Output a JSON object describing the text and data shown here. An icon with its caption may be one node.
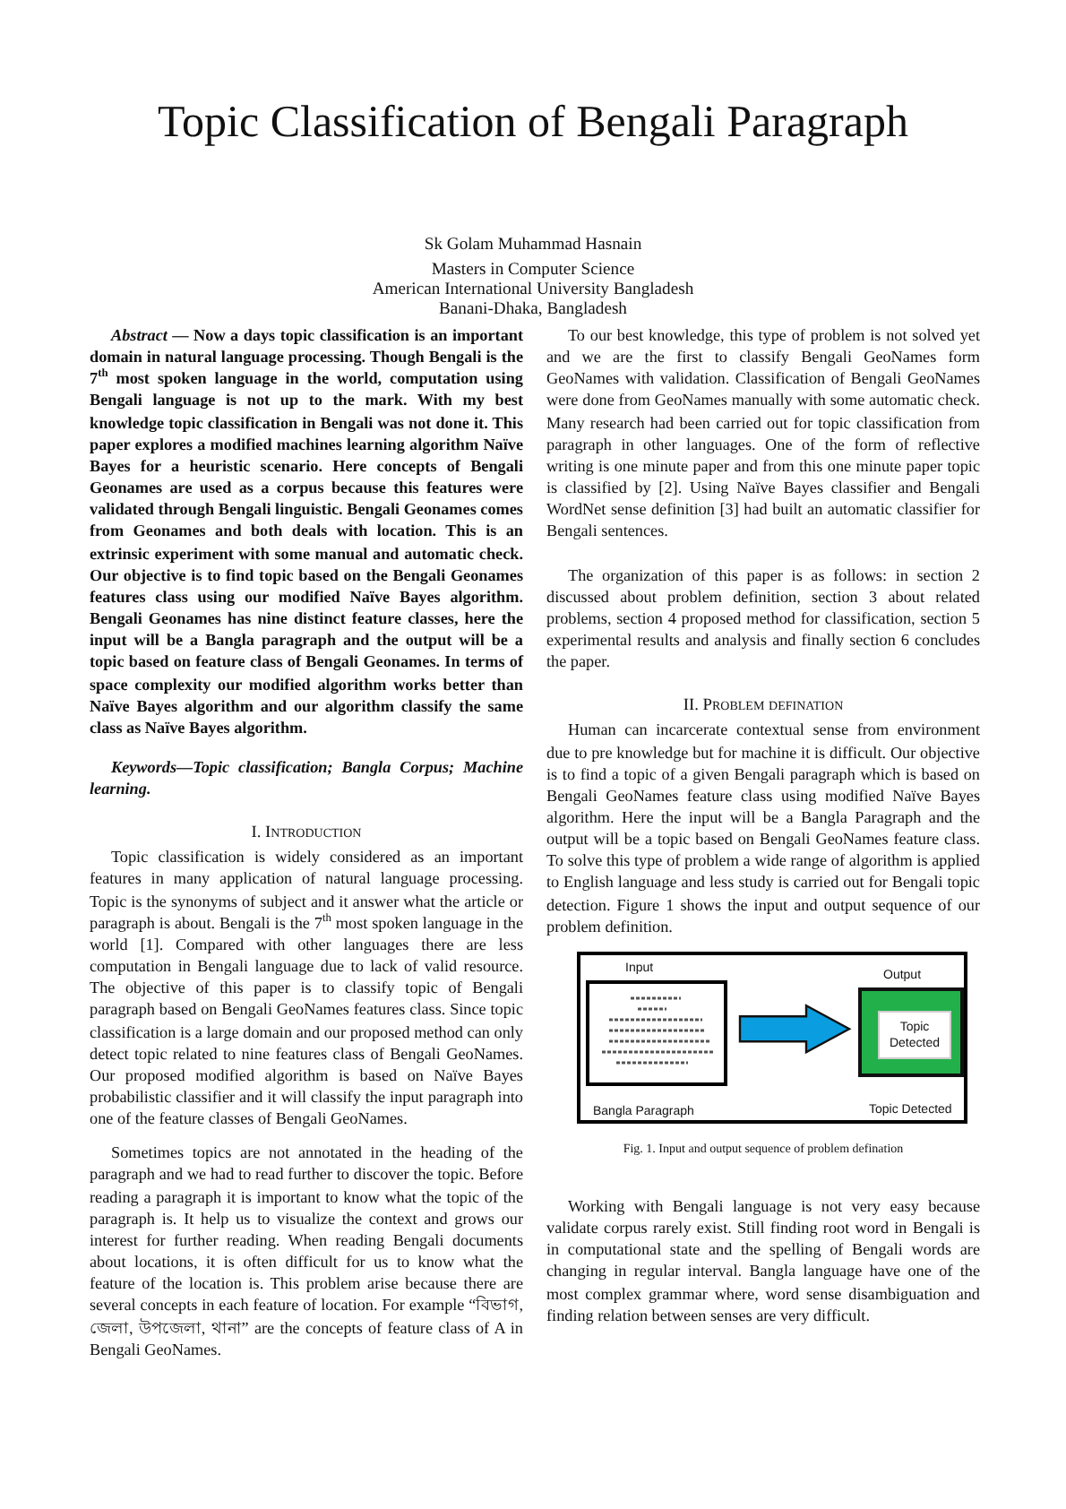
{
  "diagram": {
    "title": "Topic Classification of Bengali Paragraph",
    "caption": "Fig. 1. Input and output sequence of problem defination",
    "nodes": [
      {
        "text": [],
        "shape": "box"
      },
      {
        "text": [
          "Input"
        ],
        "beside": [
          "Bangla Paragraph"
        ],
        "in": 0
      },
      {
        "text": [
          "Output"
        ],
        "beside": [
          "Topic Detected"
        ],
        "in": 0
      },
      {
        "text": [
          "Topic Detected"
        ],
        "in": 2
      }
    ],
    "edges": [
      {
        "from": 1,
        "to": 2,
        "arrow": "to"
      }
    ],
    "labels": [
      "Sk Golam Muhammad Hasnain",
      "Masters in Computer Science",
      "American International University Bangladesh",
      "Banani-Dhaka, Bangladesh",
      "*Abstract* — Now a days topic classification is an important domain in natural language processing. Though Bengali is the 7$^{th}$ most spoken language in the world, computation using Bengali language is not up to the mark. With my best knowledge topic classification in Bengali was not done it. This paper explores a modified machines learning algorithm Naïve Bayes for a heuristic scenario. Here concepts of Bengali Geonames are used as a corpus because this features were validated through Bengali linguistic. Bengali Geonames comes from Geonames and both deals with location. This is an extrinsic experiment with some manual and automatic check. Our objective is to find topic based on the Bengali Geonames features class using our modified Naïve Bayes algorithm. Bengali Geonames has nine distinct feature classes, here the input will be a Bangla paragraph and the output will be a topic based on feature class of Bengali Geonames. In terms of space complexity our modified algorithm works better than Naïve Bayes algorithm and our algorithm classify the same class as Naïve Bayes algorithm.",
      "Keywords—Topic classification; Bangla Corpus; Machine learning.",
      "I. Introduction",
      "Topic classification is widely considered as an important features in many application of natural language processing. Topic is the synonyms of subject and it answer what the article or paragraph is about. Bengali is the 7$^{th}$ most spoken language in the world [1]. Compared with other languages there are less computation in Bengali language due to lack of valid resource. The objective of this paper is to classify topic of Bengali paragraph based on Bengali GeoNames features class. Since topic classification is a large domain and our proposed method can only detect topic related to nine features class of Bengali GeoNames. Our proposed modified algorithm is based on Naïve Bayes probabilistic classifier and it will classify the input paragraph into one of the feature classes of Bengali GeoNames.",
      "Sometimes topics are not annotated in the heading of the paragraph and we had to read further to discover the topic. Before reading a paragraph it is important to know what the topic of the paragraph is. It help us to visualize the context and grows our interest for further reading. When reading Bengali documents about locations, it is often difficult for us to know what the feature of the location is. This problem arise because there are several concepts in each feature of location. For example “বিভাগ, জেলা, উপজেলা, থানা” are the concepts of feature class of A in Bengali GeoNames.",
      "To our best knowledge, this type of problem is not solved yet and we are the first to classify Bengali GeoNames form GeoNames with validation. Classification of Bengali GeoNames were done from GeoNames manually with some automatic check. Many research had been carried out for topic classification from paragraph in other languages. One of the form of reflective writing is one minute paper and from this one minute paper topic is classified by [2]. Using Naïve Bayes classifier and Bengali WordNet sense definition [3] had built an automatic classifier for Bengali sentences.",
      "The organization of this paper is as follows: in section 2 discussed about problem definition, section 3 about related problems, section 4 proposed method for classification, section 5 experimental results and analysis and finally section 6 concludes the paper.",
      "II. Problem defination",
      "Human can incarcerate contextual sense from environment due to pre knowledge but for machine it is difficult. Our objective is to find a topic of a given Bengali paragraph which is based on Bengali GeoNames feature class using modified Naïve Bayes algorithm. Here the input will be a Bangla Paragraph and the output will be a topic based on Bengali GeoNames feature class. To solve this type of problem a wide range of algorithm is applied to English language and less study is carried out for Bengali topic detection. Figure 1 shows the input and output sequence of our problem definition.",
      "Working with Bengali language is not very easy because validate corpus rarely exist. Still finding root word in Bengali is in computational state and the spelling of Bengali words are changing in regular interval. Bangla language have one of the most complex grammar where, word sense disambiguation and finding relation between senses are very difficult."
    ]
  }
}
